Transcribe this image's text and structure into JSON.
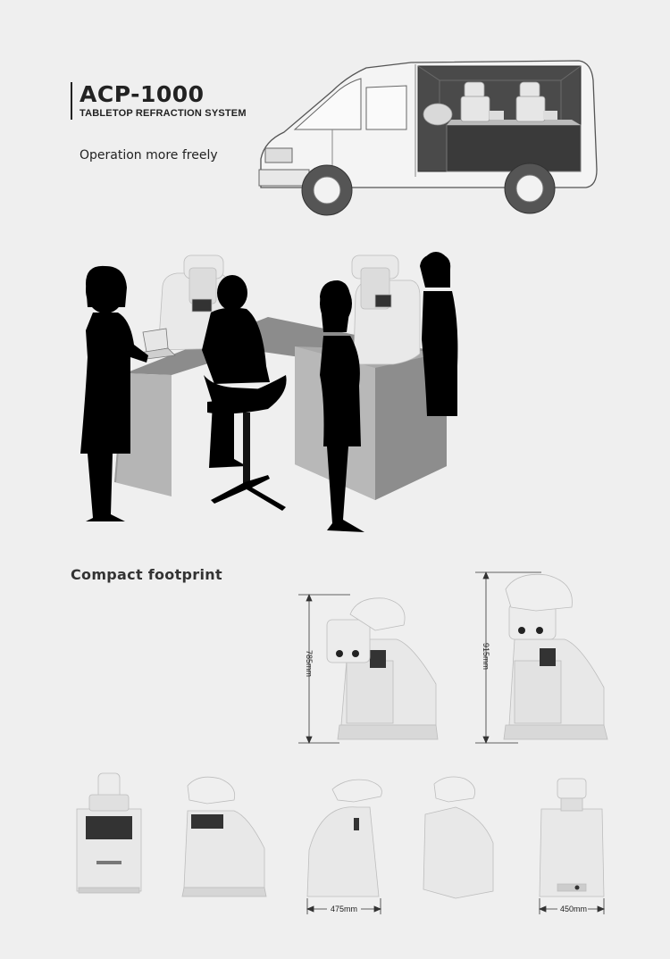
{
  "header": {
    "product_name": "ACP-1000",
    "product_subtitle": "TABLETOP REFRACTION SYSTEM",
    "tagline": "Operation more freely"
  },
  "footprint": {
    "title": "Compact footprint",
    "height_short": "785mm",
    "height_tall": "915mm",
    "width_side": "475mm",
    "width_back": "450mm"
  },
  "colors": {
    "background": "#efefef",
    "silhouette": "#000000",
    "table_top": "#8c8c8c",
    "table_side": "#a9a9a9",
    "device_body": "#e4e4e4",
    "van_interior": "#4a4a4a"
  }
}
